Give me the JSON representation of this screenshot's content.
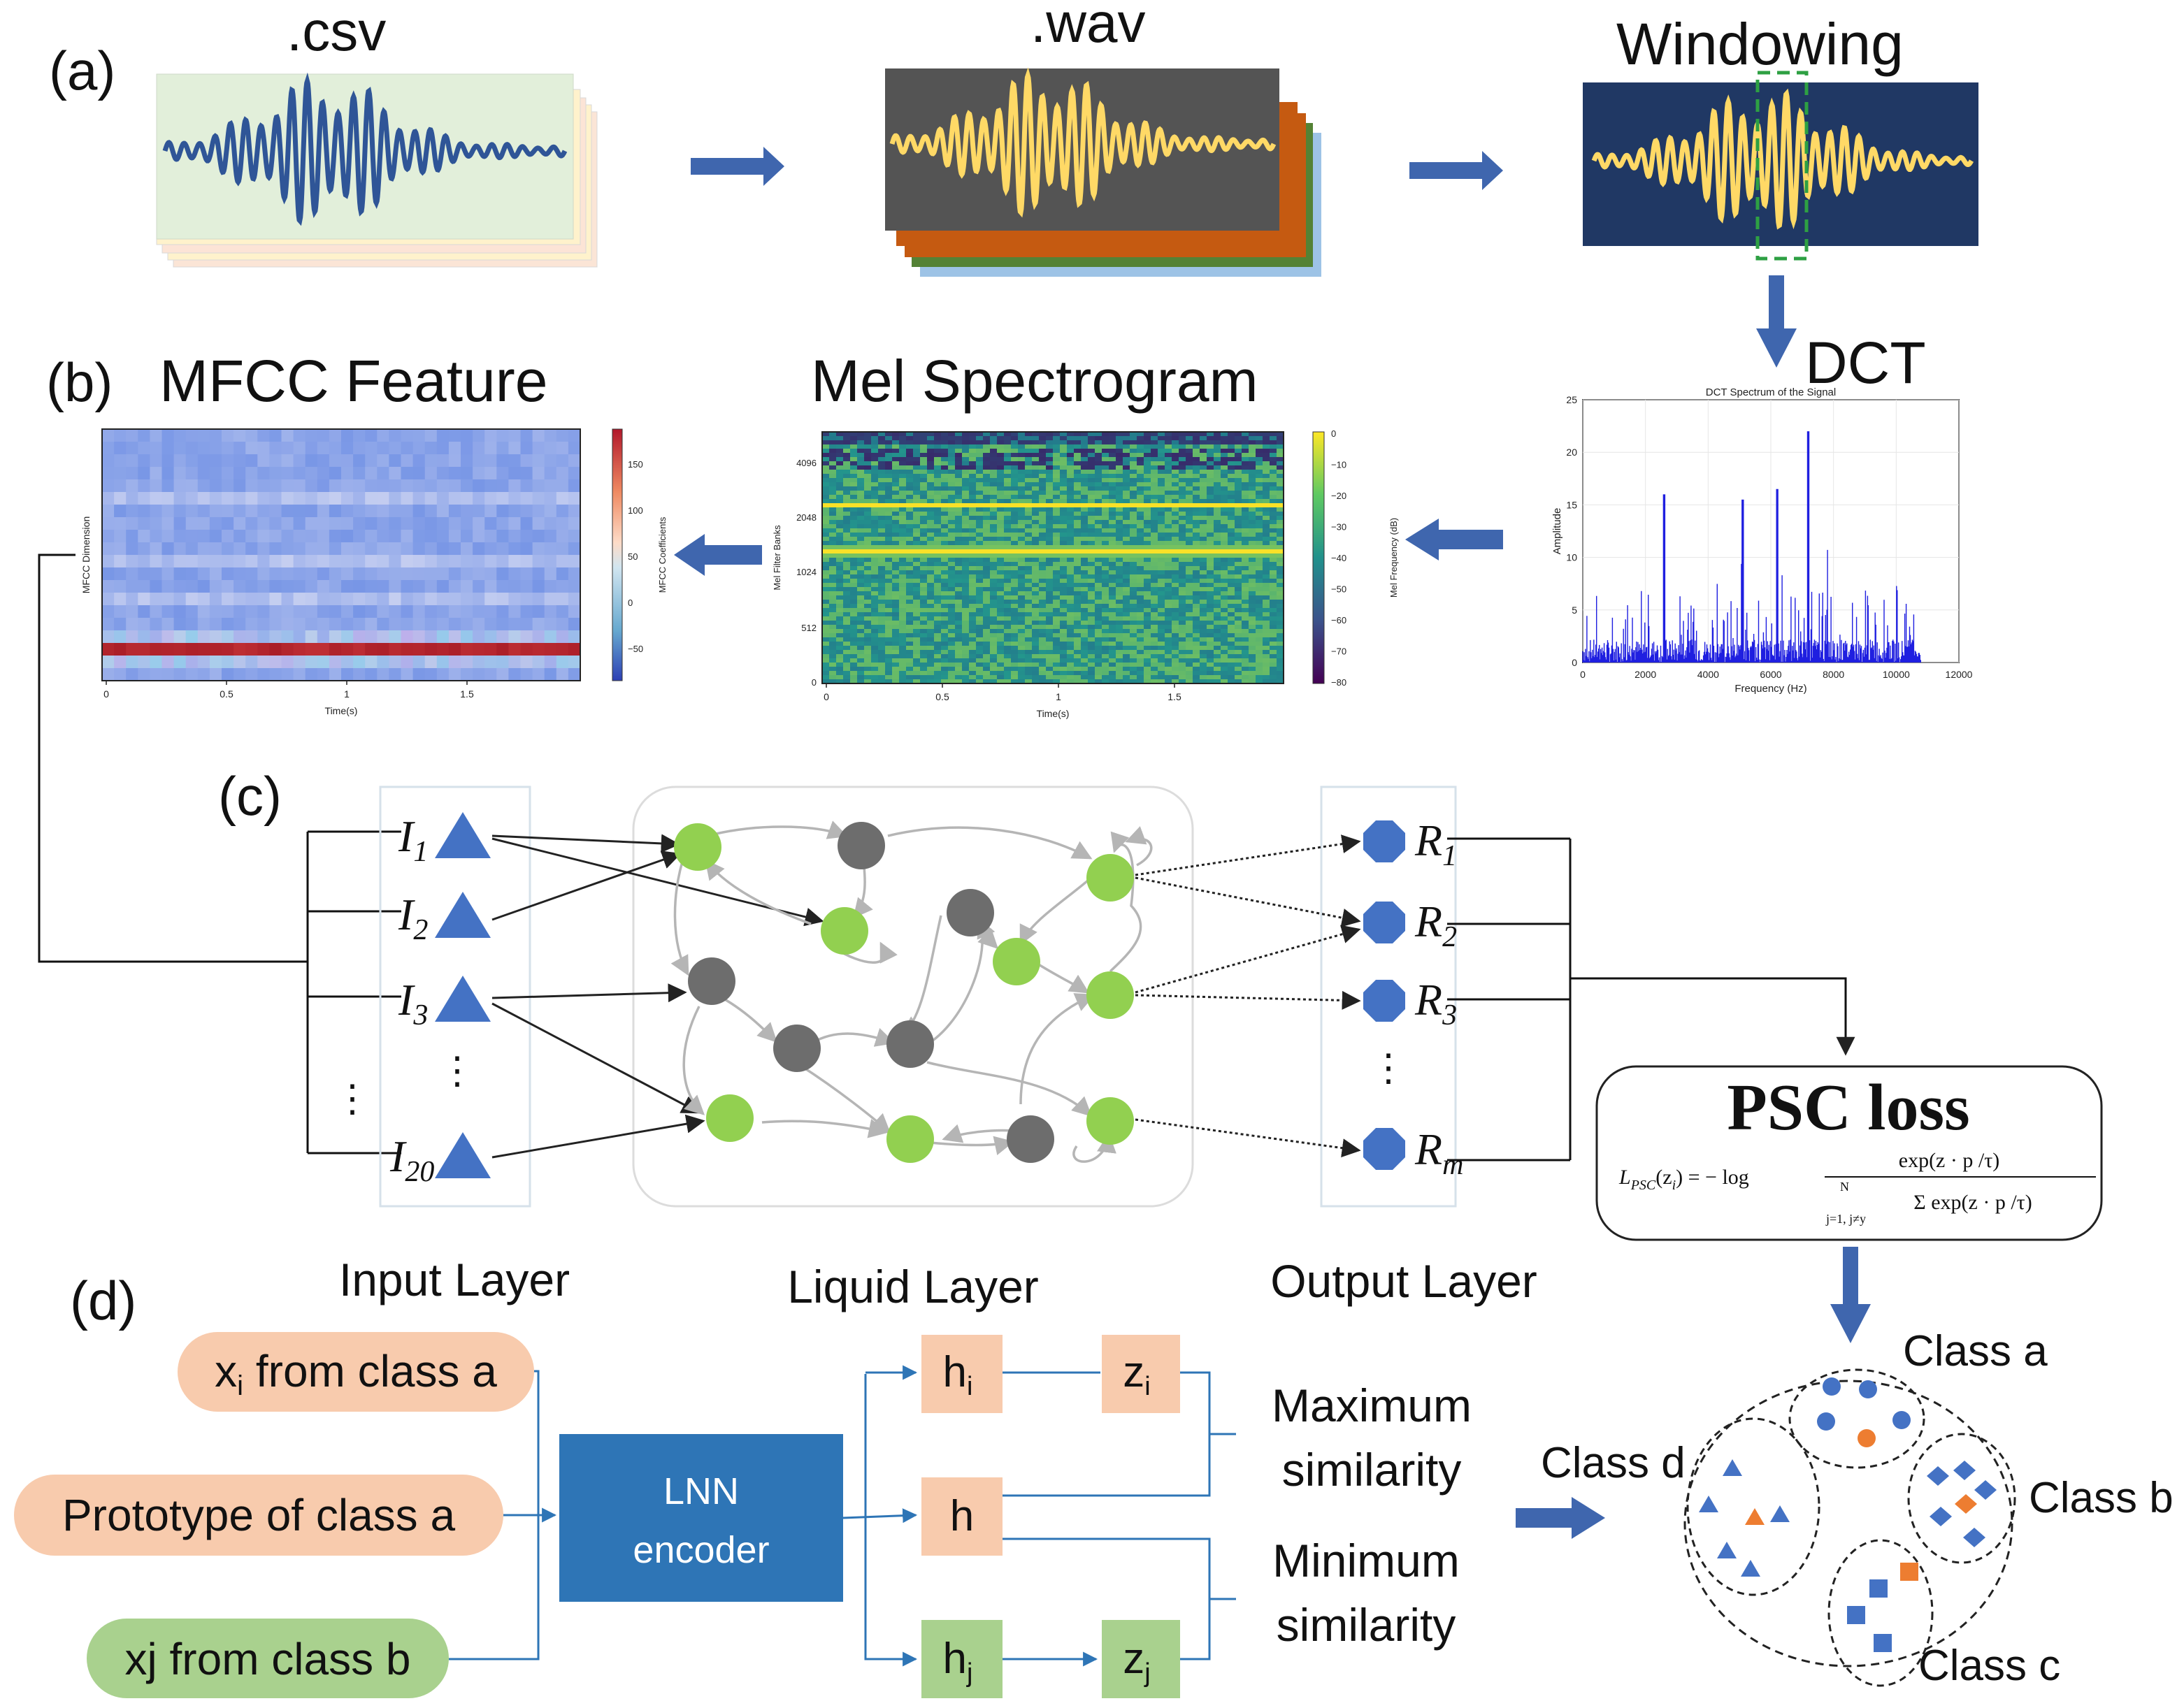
{
  "panels": {
    "a": {
      "label": "(a)",
      "csv_title": ".csv",
      "wav_title": ".wav",
      "windowing_title": "Windowing",
      "dct_title": "DCT"
    },
    "b": {
      "label": "(b)",
      "mfcc_title": "MFCC Feature",
      "mel_title": "Mel Spectrogram"
    },
    "c": {
      "label": "(c)"
    },
    "d": {
      "label": "(d)"
    }
  },
  "dct_plot": {
    "title": "DCT Spectrum of the Signal",
    "xlabel": "Frequency (Hz)",
    "ylabel": "Amplitude",
    "xticks": [
      "0",
      "2000",
      "4000",
      "6000",
      "8000",
      "10000",
      "12000"
    ],
    "yticks": [
      "0",
      "5",
      "10",
      "15",
      "20",
      "25"
    ]
  },
  "mfcc_plot": {
    "xlabel": "Time(s)",
    "ylabel": "MFCC Dimension",
    "xticks": [
      "0",
      "0.5",
      "1",
      "1.5"
    ],
    "colorbar_label": "MFCC Coefficients",
    "colorbar_ticks": [
      "150",
      "100",
      "50",
      "0",
      "−50"
    ]
  },
  "mel_plot": {
    "xlabel": "Time(s)",
    "ylabel": "Mel Filter Banks",
    "xticks": [
      "0",
      "0.5",
      "1",
      "1.5"
    ],
    "yticks": [
      "4096",
      "2048",
      "1024",
      "512",
      "0"
    ],
    "colorbar_label": "Mel Frequency (dB)",
    "colorbar_ticks": [
      "0",
      "−10",
      "−20",
      "−30",
      "−40",
      "−50",
      "−60",
      "−70",
      "−80"
    ]
  },
  "network": {
    "inputs": [
      "I",
      "I",
      "I",
      "I"
    ],
    "input_subs": [
      "1",
      "2",
      "3",
      "20"
    ],
    "outputs": [
      "R",
      "R",
      "R",
      "R"
    ],
    "output_subs": [
      "1",
      "2",
      "3",
      "m"
    ],
    "ellipsis": "⋮",
    "layer_labels": {
      "input": "Input Layer",
      "liquid": "Liquid Layer",
      "output": "Output Layer"
    }
  },
  "psc": {
    "title": "PSC loss",
    "formula_lhs": "L",
    "formula_lhs_sub": "PSC",
    "formula_arg": "(z",
    "formula_arg_sub": "i",
    "formula_eq": ") = − log",
    "numerator": "exp(z · p  /τ)",
    "denominator": "Σ exp(z · p /τ)",
    "sum_upper": "N",
    "sum_lower": "j=1, j≠y"
  },
  "pipeline": {
    "x_base": "x",
    "x_sub": "i",
    "x_rest": " from class a",
    "prototype": "Prototype of class a",
    "xj_label": "xj from class b",
    "encoder_line1": "LNN",
    "encoder_line2": "encoder",
    "h_i": "h",
    "h_i_sub": "i",
    "h": "h",
    "h_j": "h",
    "h_j_sub": "j",
    "z_i": "z",
    "z_i_sub": "i",
    "z_j": "z",
    "z_j_sub": "j",
    "max_sim_1": "Maximum",
    "max_sim_2": "similarity",
    "min_sim_1": "Minimum",
    "min_sim_2": "similarity"
  },
  "clusters": {
    "class_a": "Class a",
    "class_b": "Class b",
    "class_c": "Class c",
    "class_d": "Class d"
  },
  "colors": {
    "arrow_blue": "#3f66ae",
    "node_green": "#92d050",
    "node_gray": "#6d6d6d",
    "shape_blue": "#4472c4",
    "accent_orange": "#ed7d31",
    "box_orange": "#f8cbad",
    "box_green": "#a9d18e",
    "encoder_blue": "#2e75b6",
    "wav_bg": "#545454",
    "window_bg": "#1f3864",
    "csv_bg": "#e2efda",
    "wave_yellow": "#ffd966"
  }
}
